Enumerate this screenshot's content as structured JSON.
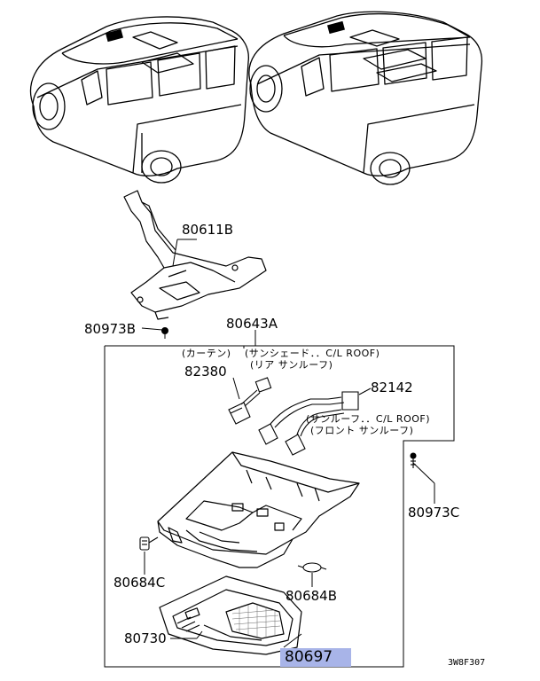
{
  "labels": {
    "p80611b": "80611B",
    "p80973b": "80973B",
    "p80643a": "80643A",
    "p82380": "82380",
    "p82142": "82142",
    "p80973c": "80973C",
    "p80684c": "80684C",
    "p80684b": "80684B",
    "p80730": "80730",
    "p80697": "80697"
  },
  "notes": {
    "curtain": "(カーテン)",
    "sunshade_line1": "(サンシェード．．C/L ROOF)",
    "sunshade_line2": "(リア サンルーフ)",
    "sunroof_line1": "(サンルーフ．．C/L ROOF)",
    "sunroof_line2": "(フロント サンルーフ)"
  },
  "diagram_code": "3W8F307",
  "highlight_color": "#a8b4e8"
}
